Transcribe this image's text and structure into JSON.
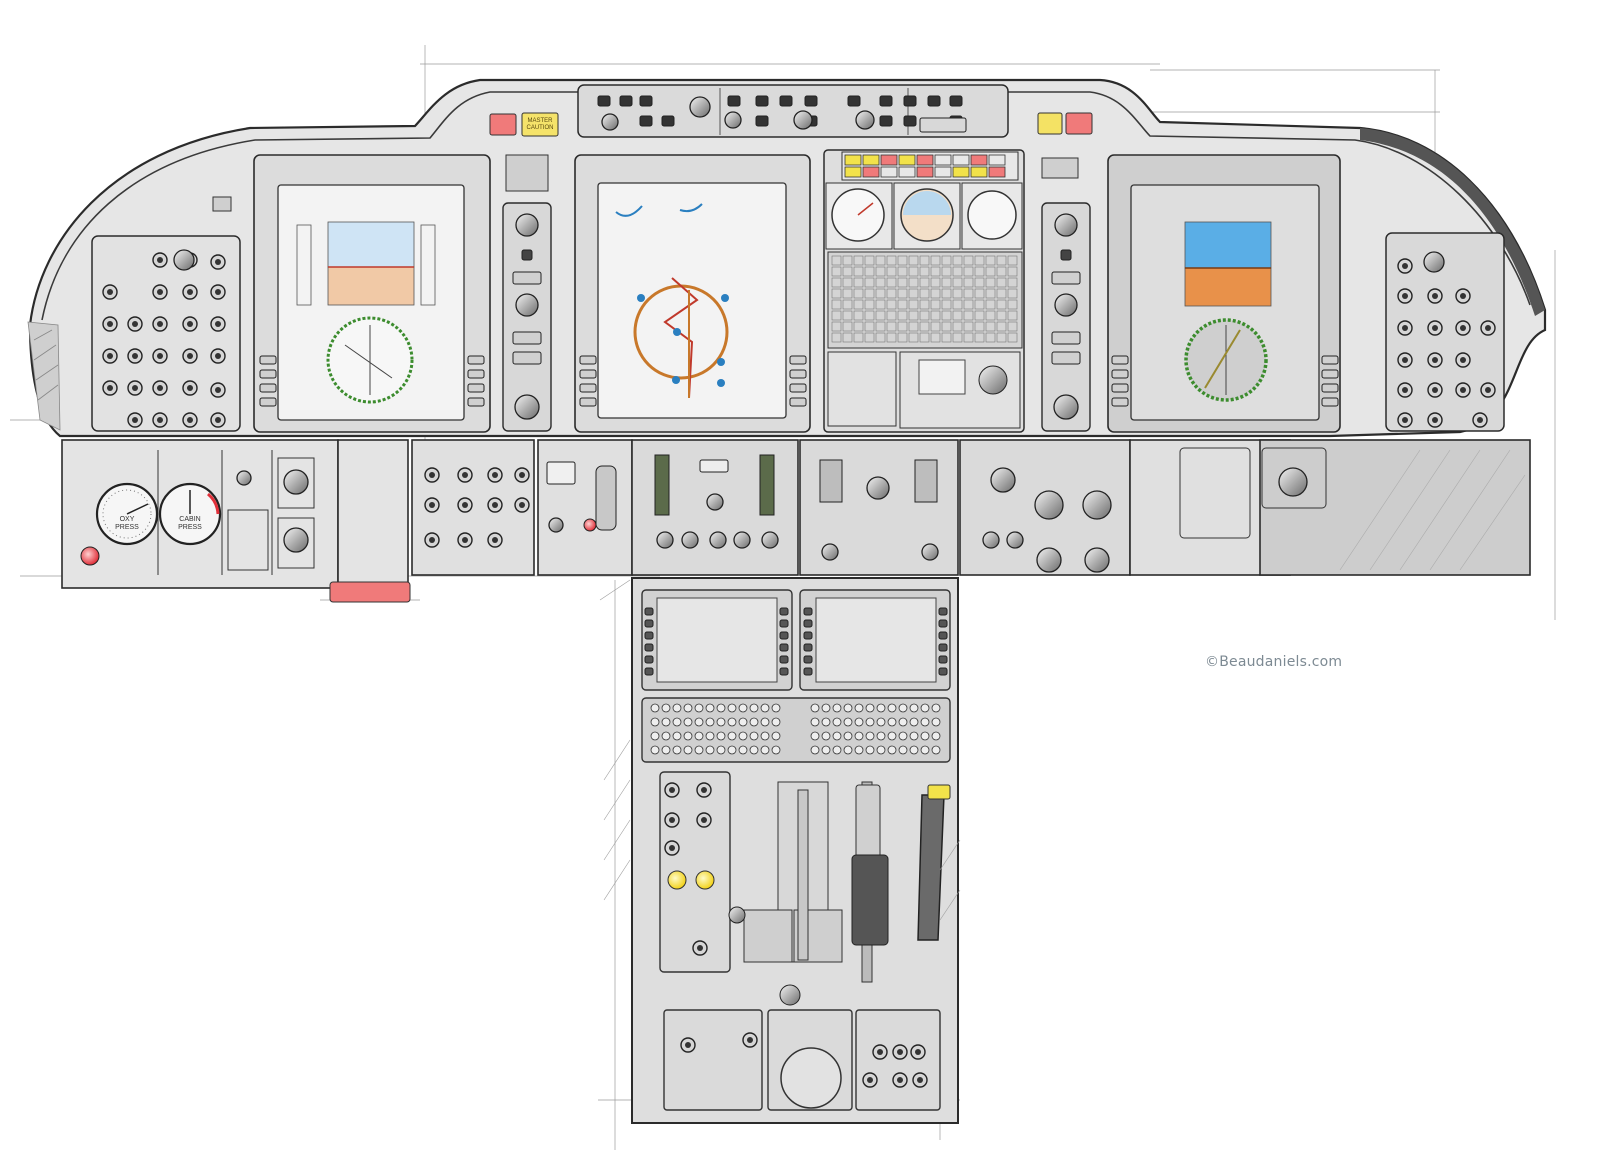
{
  "credit": "©Beaudaniels.com",
  "annunciators": {
    "master_caution": [
      "MASTER",
      "CAUTION"
    ]
  },
  "gauges": {
    "oxy_press": [
      "OXY",
      "PRESS"
    ],
    "cabin_press": [
      "CABIN",
      "PRESS"
    ]
  },
  "colors": {
    "panel_fill": "#e4e4e4",
    "panel_dark": "#cfcfcf",
    "outline": "#2b2b2b",
    "sky": "#5aaee6",
    "ground": "#e8914a",
    "warning_red": "#f07a7a",
    "caution_yellow": "#f2e24a",
    "compass_green": "#3c8c2e",
    "map_orange": "#c8782a"
  },
  "icons": [
    "knob-icon",
    "toggle-switch-icon",
    "push-button-icon",
    "display-screen-icon",
    "throttle-lever-icon",
    "gear-handle-icon"
  ]
}
